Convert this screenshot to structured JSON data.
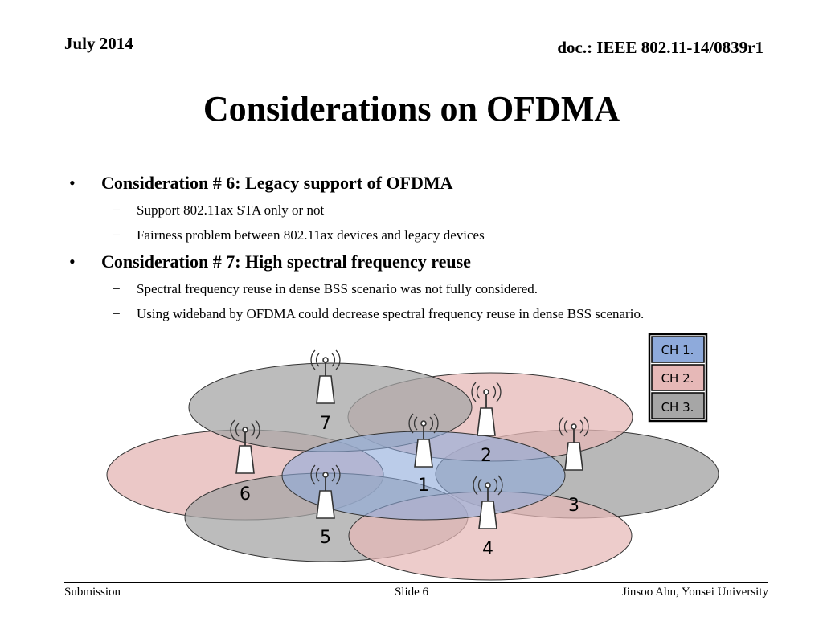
{
  "header": {
    "date": "July 2014",
    "doc": "doc.: IEEE 802.11-14/0839r1"
  },
  "title": "Considerations on OFDMA",
  "bullets": [
    {
      "text": "Consideration # 6: Legacy support of OFDMA",
      "subs": [
        "Support 802.11ax STA only or not",
        "Fairness problem between 802.11ax devices and legacy devices"
      ]
    },
    {
      "text": "Consideration # 7: High spectral frequency reuse",
      "subs": [
        "Spectral frequency reuse in dense BSS scenario was not fully considered.",
        "Using wideband by OFDMA could decrease spectral frequency reuse in dense BSS scenario."
      ]
    }
  ],
  "legend": [
    {
      "label": "CH 1.",
      "color": "#8eaadb"
    },
    {
      "label": "CH 2.",
      "color": "#e6b8b7"
    },
    {
      "label": "CH 3.",
      "color": "#a6a6a6"
    }
  ],
  "access_points": [
    "1",
    "2",
    "3",
    "4",
    "5",
    "6",
    "7"
  ],
  "footer": {
    "left": "Submission",
    "center": "Slide 6",
    "right": "Jinsoo Ahn, Yonsei University"
  }
}
